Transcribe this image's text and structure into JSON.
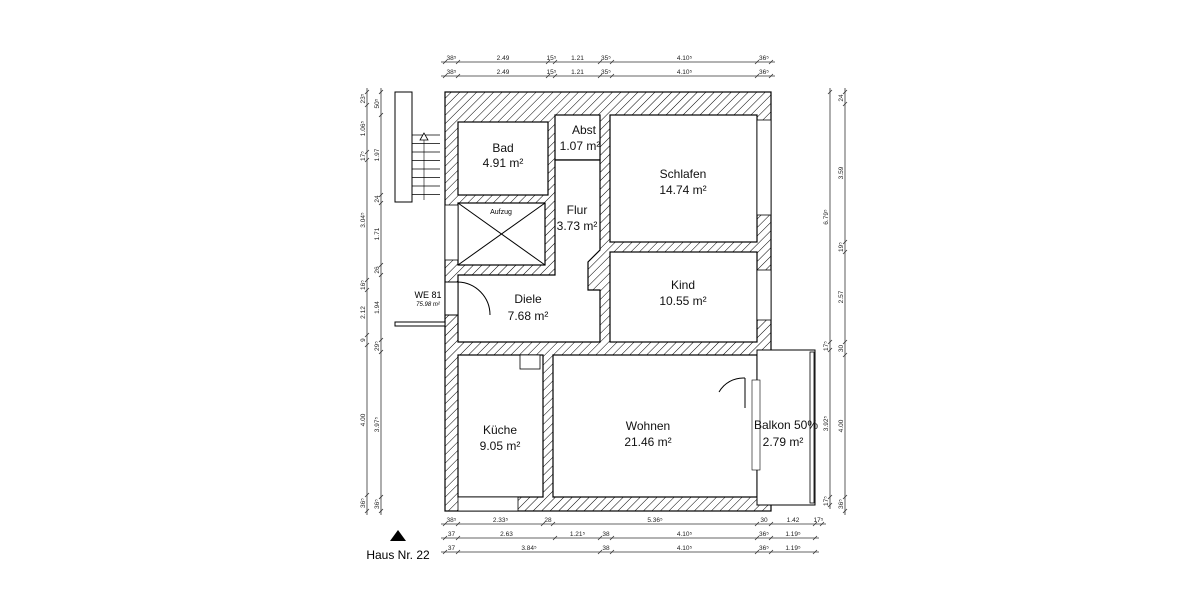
{
  "plan": {
    "unit_label": "WE 81",
    "unit_area": "75.98 m²",
    "house_label": "Haus Nr. 22",
    "elevator_label": "Aufzug",
    "rooms": {
      "bad": {
        "name": "Bad",
        "area": "4.91 m²"
      },
      "abst": {
        "name": "Abst",
        "area": "1.07 m²"
      },
      "flur": {
        "name": "Flur",
        "area": "3.73 m²"
      },
      "schlafen": {
        "name": "Schlafen",
        "area": "14.74 m²"
      },
      "kind": {
        "name": "Kind",
        "area": "10.55 m²"
      },
      "diele": {
        "name": "Diele",
        "area": "7.68 m²"
      },
      "kueche": {
        "name": "Küche",
        "area": "9.05 m²"
      },
      "wohnen": {
        "name": "Wohnen",
        "area": "21.46 m²"
      },
      "balkon": {
        "name": "Balkon 50%",
        "area": "2.79 m²"
      }
    }
  },
  "dimensions": {
    "top_1": [
      "38⁵",
      "2.49",
      "15⁵",
      "1.21",
      "35⁵",
      "4.10⁵",
      "36⁵"
    ],
    "top_2": [
      "38⁵",
      "2.49",
      "15⁵",
      "1.21",
      "35⁵",
      "4.10⁵",
      "36⁵"
    ],
    "left_outer": [
      "23⁵",
      "1.06⁵",
      "17⁵",
      "3.04⁵",
      "16⁵",
      "2.12",
      "9",
      "4.00",
      "36⁵"
    ],
    "left_inner": [
      "50⁵",
      "1.97",
      "24",
      "1.71",
      "26",
      "1.94",
      "29⁵",
      "3.97⁵",
      "36⁵"
    ],
    "right_outer": [
      "6.79⁵",
      "17⁵",
      "3.92⁵",
      "17⁵"
    ],
    "right_inner": [
      "24",
      "3.59",
      "19⁵",
      "2.57",
      "30",
      "4.00",
      "36⁵"
    ],
    "bottom_1": [
      "38⁵",
      "2.33⁵",
      "28",
      "5.36⁵",
      "30",
      "1.42",
      "17⁵"
    ],
    "bottom_2": [
      "37",
      "2.63",
      "1.21⁵",
      "38",
      "4.10⁵",
      "36⁵",
      "1.19⁵"
    ],
    "bottom_3": [
      "37",
      "3.84⁵",
      "38",
      "4.10⁵",
      "36⁵",
      "1.19⁵"
    ]
  },
  "colors": {
    "wall_hatch": "#000000",
    "background": "#ffffff"
  }
}
